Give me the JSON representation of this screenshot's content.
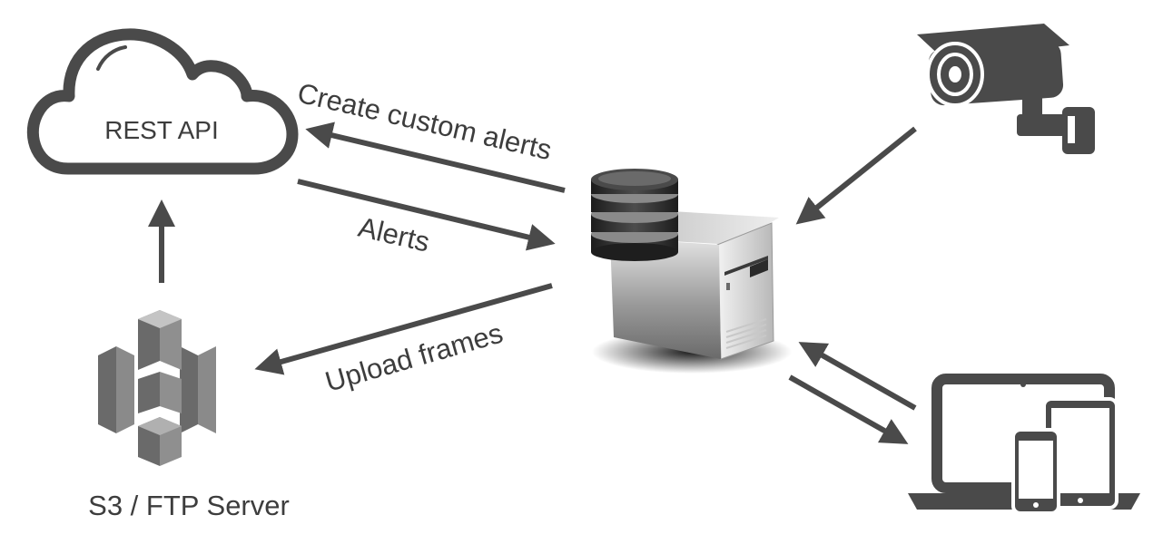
{
  "nodes": {
    "rest_api": {
      "label": "REST API",
      "icon": "cloud-icon"
    },
    "storage": {
      "label": "S3 / FTP Server",
      "icon": "s3-bucket-icon"
    },
    "server": {
      "icon": "database-server-icon"
    },
    "camera": {
      "icon": "security-camera-icon"
    },
    "devices": {
      "icon": "laptop-tablet-phone-icon"
    }
  },
  "edges": {
    "create_alerts": {
      "label": "Create custom alerts"
    },
    "alerts": {
      "label": "Alerts"
    },
    "upload_frames": {
      "label": "Upload frames"
    }
  },
  "colors": {
    "stroke": "#4a4a4a",
    "text": "#3d3d3d",
    "background": "#ffffff"
  }
}
